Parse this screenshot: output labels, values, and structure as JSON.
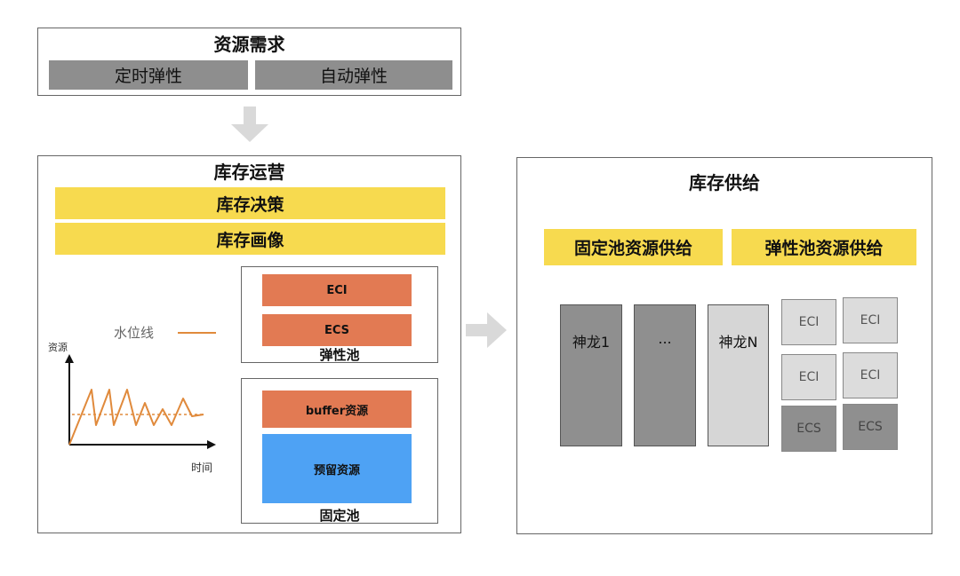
{
  "demand": {
    "title": "资源需求",
    "items": [
      "定时弹性",
      "自动弹性"
    ]
  },
  "operations": {
    "title": "库存运营",
    "bars": [
      "库存决策",
      "库存画像"
    ],
    "watermark_label": "水位线",
    "chart": {
      "ylabel": "资源",
      "xlabel": "时间"
    },
    "elastic_pool": {
      "label": "弹性池",
      "items": [
        "ECI",
        "ECS"
      ]
    },
    "fixed_pool": {
      "label": "固定池",
      "buffer": "buffer资源",
      "reserved": "预留资源"
    }
  },
  "supply": {
    "title": "库存供给",
    "fixed_supply": "固定池资源供给",
    "elastic_supply": "弹性池资源供给",
    "columns": [
      "神龙1",
      "...",
      "神龙N"
    ],
    "chips": [
      [
        "ECI",
        "ECI"
      ],
      [
        "ECI",
        "ECI"
      ],
      [
        "ECS",
        "ECS"
      ]
    ]
  },
  "colors": {
    "yellow": "#f7da4f",
    "orange": "#e27a53",
    "blue": "#4ea2f4",
    "gray": "#8e8e8e",
    "arrow": "#d9d9d9",
    "chart_line": "#e08a3c"
  }
}
